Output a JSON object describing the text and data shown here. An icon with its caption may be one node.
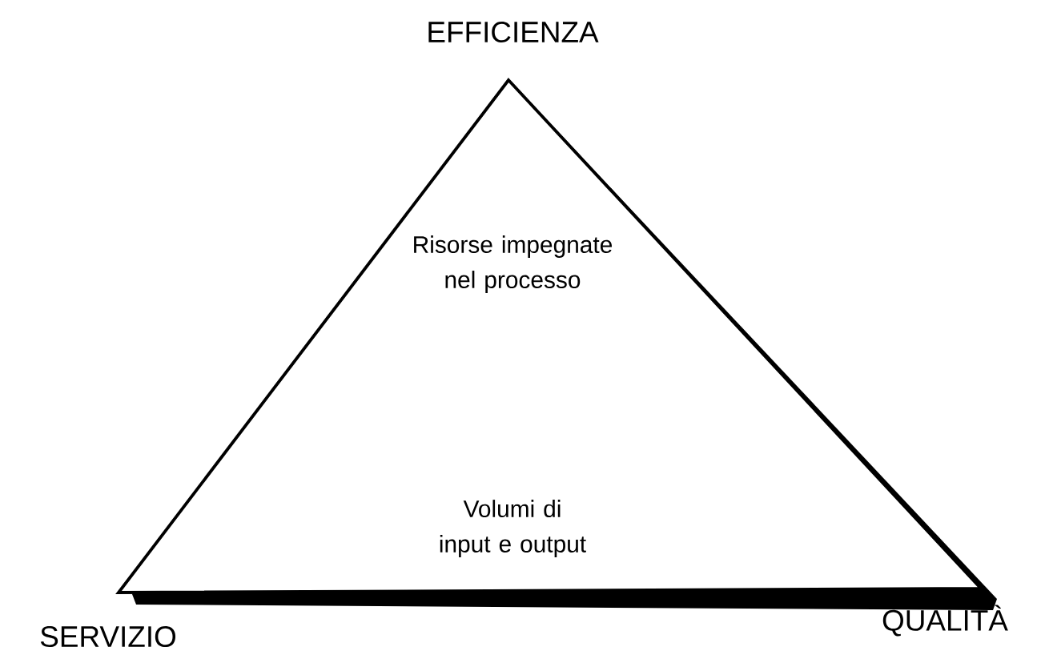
{
  "diagram": {
    "nodes": [
      {
        "text": [
          "Risorse impegnate nel processo",
          "Volumi di input e output"
        ]
      }
    ],
    "labels": [
      "EFFICIENZA",
      "SERVIZIO",
      "QUALITÀ"
    ]
  }
}
